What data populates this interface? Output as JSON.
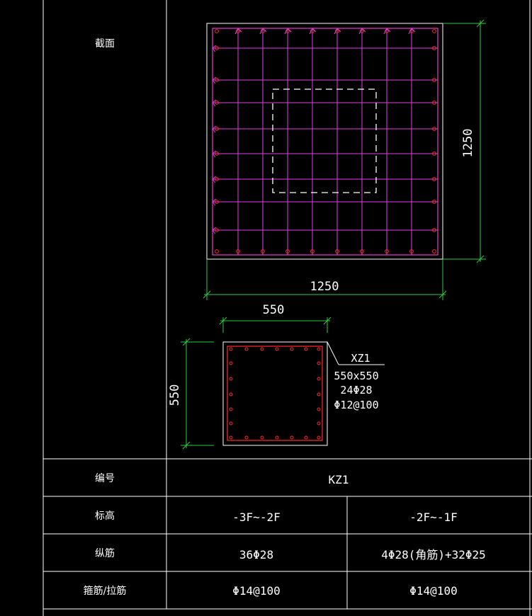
{
  "colors": {
    "background": "#000000",
    "frame": "#ffffff",
    "rebar": "#ff2a2a",
    "stirrup": "#e040e0",
    "dimension": "#2ecc40",
    "text": "#ffffff"
  },
  "labels": {
    "section": "截面",
    "number": "编号",
    "elevation": "标高",
    "longitudinal": "纵筋",
    "stirrup_tie": "箍筋/拉筋"
  },
  "large_section": {
    "width_dim": "1250",
    "height_dim": "1250"
  },
  "small_section": {
    "width_dim": "550",
    "height_dim": "550",
    "callout": {
      "name": "XZ1",
      "size": "550x550",
      "bars": "24Φ28",
      "stirrup": "Φ12@100"
    }
  },
  "table": {
    "id_value": "KZ1",
    "elevation": [
      "-3F~-2F",
      "-2F~-1F"
    ],
    "longitudinal": [
      "36Φ28",
      "4Φ28(角筋)+32Φ25"
    ],
    "stirrup": [
      "Φ14@100",
      "Φ14@100"
    ]
  }
}
